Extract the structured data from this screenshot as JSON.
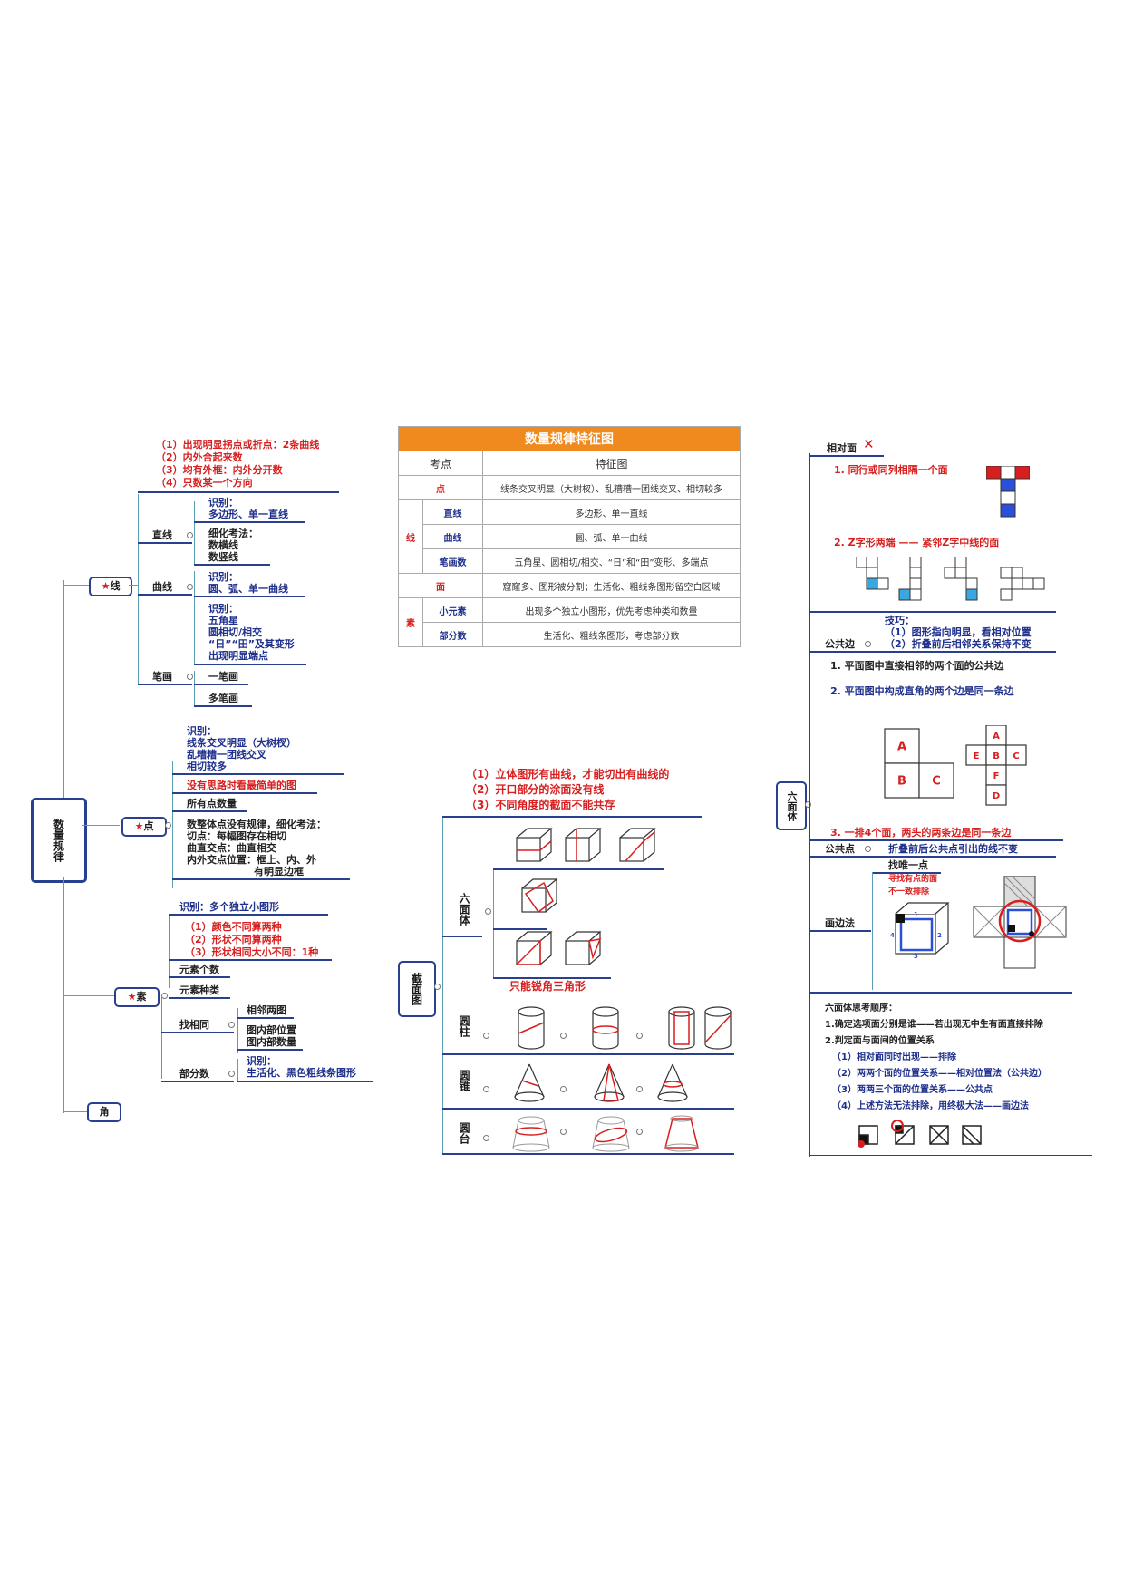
{
  "mindmap": {
    "root": "数量规律",
    "line": {
      "label": "线",
      "top_notes": [
        "（1）出现明显拐点或折点：2条曲线",
        "（2）内外合起来数",
        "（3）均有外框：内外分开数",
        "（4）只数某一个方向"
      ],
      "straight": {
        "label": "直线",
        "identify": [
          "识别：",
          "多边形、单一直线"
        ],
        "detail": [
          "细化考法：",
          "数横线",
          "数竖线"
        ]
      },
      "curve": {
        "label": "曲线",
        "identify": [
          "识别：",
          "圆、弧、单一曲线"
        ],
        "detail": [
          "识别：",
          "五角星",
          "圆相切/相交",
          "“日”“田”及其变形",
          "出现明显端点"
        ]
      },
      "stroke": {
        "label": "笔画",
        "one": "一笔画",
        "multi": "多笔画"
      }
    },
    "point": {
      "label": "点",
      "identify": [
        "识别：",
        "线条交叉明显（大树杈）",
        "乱糟糟一团线交叉",
        "相切较多"
      ],
      "simple": "没有思路时看最简单的图",
      "all": "所有点数量",
      "detail": [
        "数整体点没有规律，细化考法：",
        "切点：每幅图存在相切",
        "曲直交点：曲直相交",
        "内外交点位置：框上、内、外",
        "有明显边框"
      ]
    },
    "element": {
      "label": "素",
      "identify": "识别：多个独立小图形",
      "notes": [
        "（1）颜色不同算两种",
        "（2）形状不同算两种",
        "（3）形状相同大小不同：1种"
      ],
      "count": "元素个数",
      "kinds": "元素种类",
      "same": "找相同",
      "same_items": [
        "相邻两图",
        "图内部位置",
        "图内部数量"
      ],
      "part": "部分数",
      "part_identify": [
        "识别：",
        "生活化、黑色粗线条图形"
      ]
    },
    "angle": {
      "label": "角"
    }
  },
  "table": {
    "title": "数量规律特征图",
    "headers": [
      "考点",
      "特征图"
    ],
    "rows": [
      {
        "group": "",
        "key": "点",
        "desc": "线条交叉明显（大树杈）、乱糟糟一团线交叉、相切较多"
      },
      {
        "group": "线",
        "key": "直线",
        "desc": "多边形、单一直线"
      },
      {
        "group": "",
        "key": "曲线",
        "desc": "圆、弧、单一曲线"
      },
      {
        "group": "",
        "key": "笔画数",
        "desc": "五角星、圆相切/相交、“日”和“田”变形、多端点"
      },
      {
        "group": "",
        "key": "面",
        "desc": "窟窿多、图形被分割；生活化、粗线条图形留空白区域"
      },
      {
        "group": "素",
        "key": "小元素",
        "desc": "出现多个独立小图形，优先考虑种类和数量"
      },
      {
        "group": "",
        "key": "部分数",
        "desc": "生活化、粗线条图形，考虑部分数"
      }
    ]
  },
  "section": {
    "root": "截面图",
    "notes": [
      "（1）立体图形有曲线，才能切出有曲线的",
      "（2）开口部分的涂面没有线",
      "（3）不同角度的截面不能共存"
    ],
    "hexa": "六面体",
    "triangle_note": "只能锐角三角形",
    "cylinder": "圆柱",
    "cone": "圆锥",
    "frustum": "圆台"
  },
  "cube": {
    "root": "六面体",
    "opposite": {
      "label": "相对面",
      "mark": "✕",
      "rule1": "1. 同行或同列相隔一个面",
      "rule2": "2. Z字形两端 —— 紧邻Z字中线的面"
    },
    "edge": {
      "label": "公共边",
      "tips": [
        "技巧：",
        "（1）图形指向明显，看相对位置",
        "（2）折叠前后相邻关系保持不变"
      ],
      "rule1": "1. 平面图中直接相邻的两个面的公共边",
      "rule2": "2. 平面图中构成直角的两个边是同一条边",
      "rule3": "3. 一排4个面，两头的两条边是同一条边"
    },
    "point": {
      "label": "公共点",
      "rule": "折叠前后公共点引出的线不变"
    },
    "drawedge": {
      "label": "画边法",
      "find": "找唯一点",
      "hint": [
        "寻找有点的面",
        "不一致排除"
      ]
    },
    "letters1": [
      "A",
      "B",
      "C"
    ],
    "letters2": [
      "A",
      "E",
      "B",
      "C",
      "F",
      "D"
    ],
    "order": {
      "title": "六面体思考顺序：",
      "s1": "1.确定选项面分别是谁——若出现无中生有面直接排除",
      "s2": "2.判定面与面间的位置关系",
      "s3": "（1）相对面同时出现——排除",
      "s4": "（2）两两个面的位置关系——相对位置法（公共边）",
      "s5": "（3）两两三个面的位置关系——公共点",
      "s6": "（4）上述方法无法排除，用终极大法——画边法"
    },
    "edgenums": [
      "1",
      "2",
      "3",
      "4"
    ]
  }
}
